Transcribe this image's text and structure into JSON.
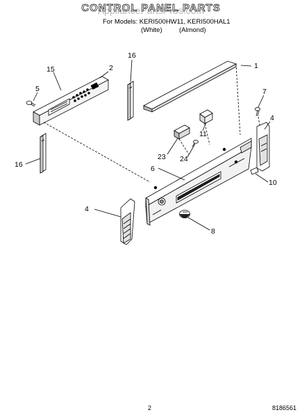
{
  "header": {
    "title": "CONTROL PANEL PARTS",
    "models_line": "For Models: KERI500HW11, KERI500HAL1",
    "variant_white": "(White)",
    "variant_almond": "(Almond)"
  },
  "watermark": "AppliancePartsPros.com",
  "callouts": [
    "1",
    "2",
    "4",
    "4",
    "5",
    "6",
    "7",
    "8",
    "10",
    "11",
    "15",
    "16",
    "16",
    "23",
    "24"
  ],
  "footer": {
    "page_number": "2",
    "doc_number": "8186561"
  }
}
